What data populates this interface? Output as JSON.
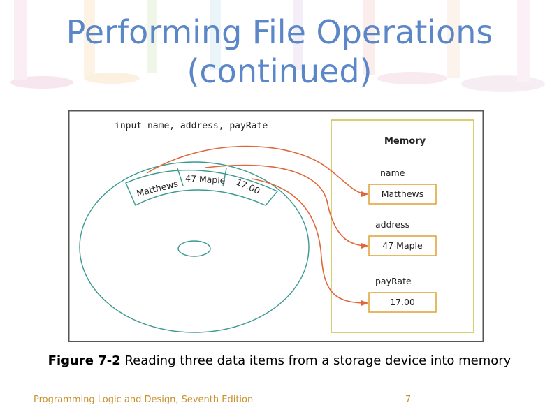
{
  "slide": {
    "title_line1": "Performing File Operations",
    "title_line2": "(continued)"
  },
  "figure": {
    "statement": "input name, address, payRate",
    "memory_label": "Memory",
    "disk_records": [
      "Matthews",
      "47 Maple",
      "17.00"
    ],
    "fields": [
      {
        "label": "name",
        "value": "Matthews"
      },
      {
        "label": "address",
        "value": "47 Maple"
      },
      {
        "label": "payRate",
        "value": "17.00"
      }
    ]
  },
  "caption": {
    "number": "Figure 7-2",
    "text": " Reading three data items from a storage device into memory"
  },
  "footer": {
    "book": "Programming Logic and Design, Seventh Edition",
    "page": "7"
  },
  "colors": {
    "title": "#5b86c8",
    "disk": "#3a9a90",
    "arrow": "#e0663c",
    "memory_border": "#c8c040",
    "field_border": "#e0a030",
    "footer": "#c9902a"
  }
}
